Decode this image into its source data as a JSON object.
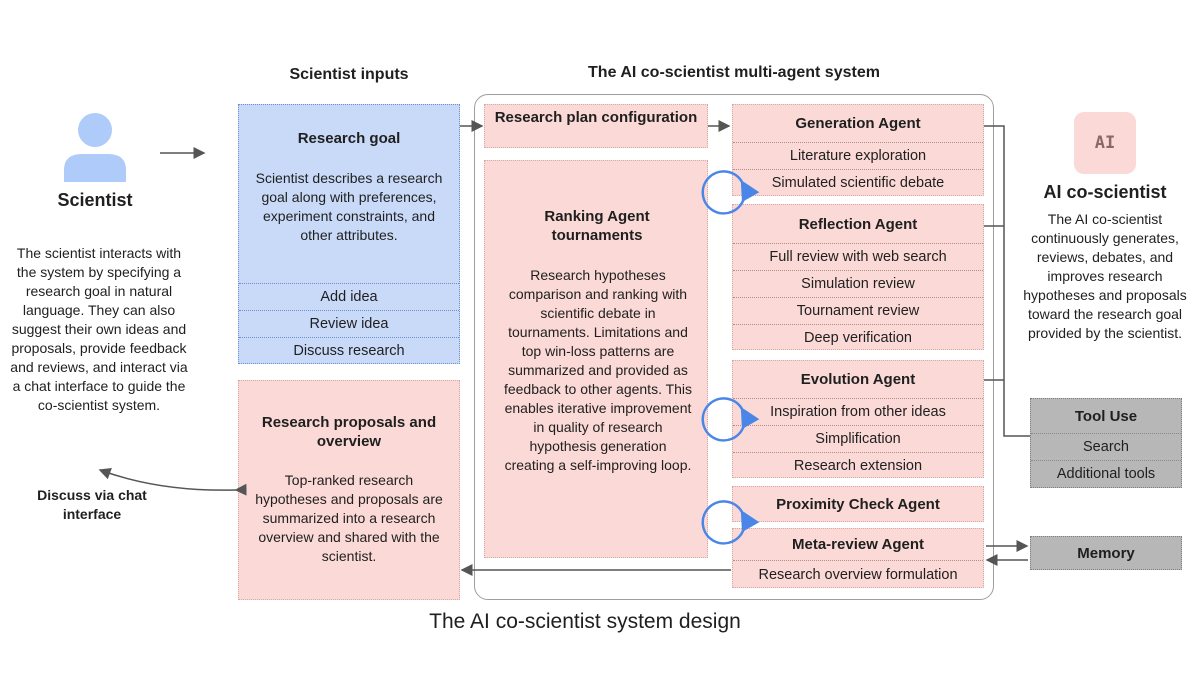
{
  "headers": {
    "scientist_inputs": "Scientist inputs",
    "multi_agent_system": "The AI co-scientist multi-agent system"
  },
  "scientist": {
    "title": "Scientist",
    "description": "The scientist interacts with the system by specifying a research goal in natural language. They can also suggest their own ideas and proposals, provide feedback and reviews, and interact via a chat interface to guide the co-scientist system.",
    "chat_label": "Discuss via chat interface"
  },
  "research_goal": {
    "title": "Research goal",
    "description": "Scientist describes a research goal along with preferences, experiment constraints, and other attributes.",
    "items": [
      "Add idea",
      "Review idea",
      "Discuss research"
    ]
  },
  "proposals": {
    "title": "Research proposals and overview",
    "description": "Top-ranked research hypotheses and proposals are summarized into a research overview and shared with the scientist."
  },
  "plan_config": {
    "title": "Research plan configuration"
  },
  "ranking": {
    "title": "Ranking Agent tournaments",
    "description": "Research hypotheses comparison and ranking with scientific debate in tournaments. Limitations and top win-loss patterns are summarized and provided as feedback to other agents. This enables iterative improvement in quality of research hypothesis generation creating a self-improving  loop."
  },
  "agents": {
    "generation": {
      "title": "Generation Agent",
      "items": [
        "Literature exploration",
        "Simulated scientific debate"
      ]
    },
    "reflection": {
      "title": "Reflection Agent",
      "items": [
        "Full review with web search",
        "Simulation review",
        "Tournament review",
        "Deep verification"
      ]
    },
    "evolution": {
      "title": "Evolution Agent",
      "items": [
        "Inspiration from other ideas",
        "Simplification",
        "Research extension"
      ]
    },
    "proximity": {
      "title": "Proximity Check Agent"
    },
    "meta_review": {
      "title": "Meta-review Agent",
      "items": [
        "Research overview formulation"
      ]
    }
  },
  "co_scientist": {
    "badge": "AI",
    "title": "AI co-scientist",
    "description": "The AI co-scientist continuously generates, reviews, debates, and improves research hypotheses and proposals toward the research goal provided by the scientist."
  },
  "tool_use": {
    "title": "Tool Use",
    "items": [
      "Search",
      "Additional tools"
    ]
  },
  "memory": {
    "title": "Memory"
  },
  "caption": "The AI co-scientist system design",
  "colors": {
    "blue_box": "#c9daf8",
    "pink_box": "#fad9d6",
    "gray_box": "#b7b7b7",
    "loop_arrow": "#4a86e8",
    "badge_bg": "#fad9d6"
  }
}
